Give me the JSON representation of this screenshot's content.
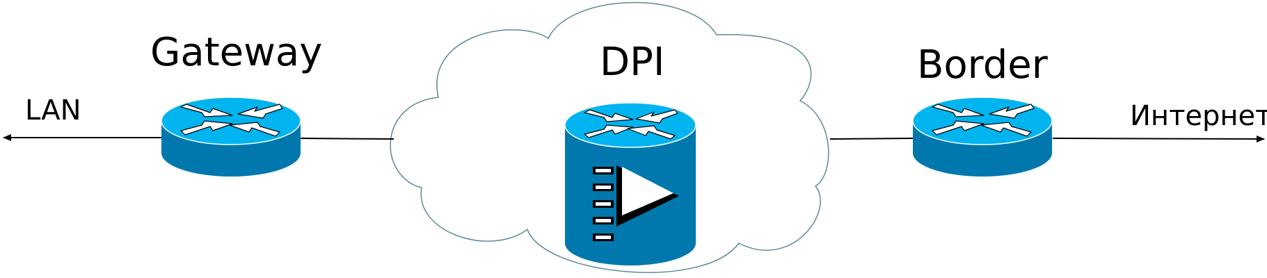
{
  "labels": {
    "gateway": "Gateway",
    "dpi": "DPI",
    "border": "Border",
    "lan": "LAN",
    "internet": "Интернет"
  },
  "nodes": [
    {
      "id": "gateway",
      "icon": "router-icon"
    },
    {
      "id": "dpi",
      "icon": "dpi-router-icon"
    },
    {
      "id": "border",
      "icon": "router-icon"
    }
  ],
  "colors": {
    "device_top": "#00b4f0",
    "device_body": "#0078ad",
    "cloud_stroke": "#5d8a96",
    "line": "#000000"
  }
}
